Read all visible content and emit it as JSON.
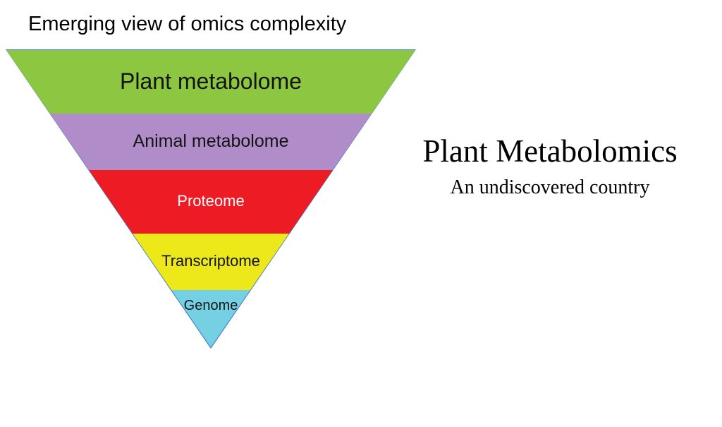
{
  "title": "Emerging view of omics complexity",
  "funnel": {
    "outline_color": "#3a7bbf",
    "layers": [
      {
        "label": "Plant metabolome",
        "color": "#8dc640",
        "text_color": "#141414"
      },
      {
        "label": "Animal metabolome",
        "color": "#b08cc8",
        "text_color": "#141414"
      },
      {
        "label": "Proteome",
        "color": "#ed1c24",
        "text_color": "#ffffff"
      },
      {
        "label": "Transcriptome",
        "color": "#ece819",
        "text_color": "#141414"
      },
      {
        "label": "Genome",
        "color": "#76d0e3",
        "text_color": "#141414"
      }
    ]
  },
  "right_panel": {
    "heading": "Plant Metabolomics",
    "subheading": "An undiscovered country"
  }
}
